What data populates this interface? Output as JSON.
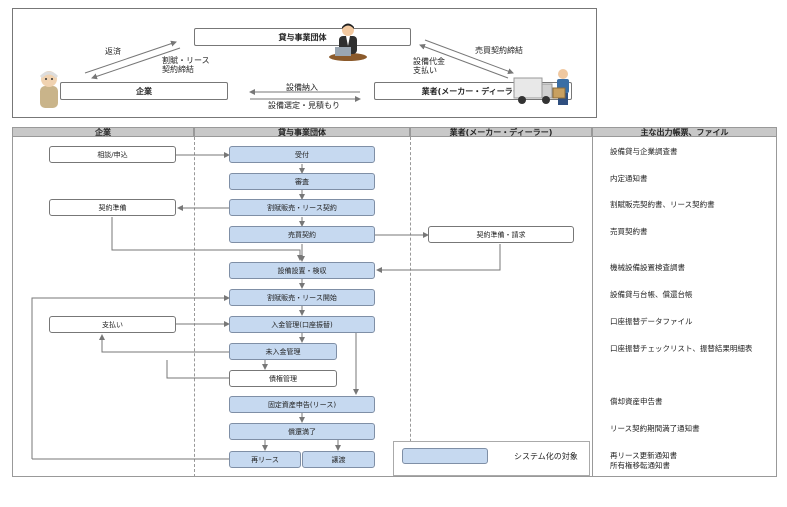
{
  "top": {
    "association": "貸与事業団体",
    "company": "企業",
    "vendor": "業者(メーカー・ディーラー)",
    "left_upper": "返済",
    "left_lower": "割賦・リース\n契約締結",
    "right_upper": "売買契約締結",
    "right_lower": "設備代金\n支払い",
    "center_upper": "設備納入",
    "center_lower": "設備選定・見積もり"
  },
  "lanes": {
    "company": "企業",
    "association": "貸与事業団体",
    "vendor": "業者(メーカー・ディーラー)",
    "outputs": "主な出力帳票、ファイル"
  },
  "flow": {
    "consult": "相談/申込",
    "accept": "受付",
    "review": "審査",
    "installment": "割賦販売・リース契約",
    "contract_prep_company": "契約準備",
    "purchase": "売買契約",
    "contract_prep_vendor": "契約準備・請求",
    "install_inspect": "設備設置・検収",
    "installment_start": "割賦販売・リース開始",
    "payment": "支払い",
    "receipt": "入金管理(口座振替)",
    "unpaid": "未入金管理",
    "claims": "債権管理",
    "fixed_asset": "固定資産申告(リース)",
    "repaid": "償還満了",
    "re_lease": "再リース",
    "transfer": "譲渡"
  },
  "legend": {
    "label": "システム化の対象"
  },
  "outputs": [
    "設備貸与企業調査書",
    "内定通知書",
    "割賦販売契約書、リース契約書",
    "売買契約書",
    "機械設備設置検査調書",
    "設備貸与台帳、償還台帳",
    "口座振替データファイル",
    "口座振替チェックリスト、振替結果明細表",
    "償却資産申告書",
    "リース契約期間満了通知書",
    "再リース更新通知書\n所有権移転通知書"
  ],
  "colors": {
    "system_box": "#c6d9f0",
    "lane_header": "#c8c8c8",
    "line": "#777777"
  },
  "icons": [
    "elderly-man-icon",
    "businessman-laptop-icon",
    "delivery-truck-worker-icon"
  ]
}
